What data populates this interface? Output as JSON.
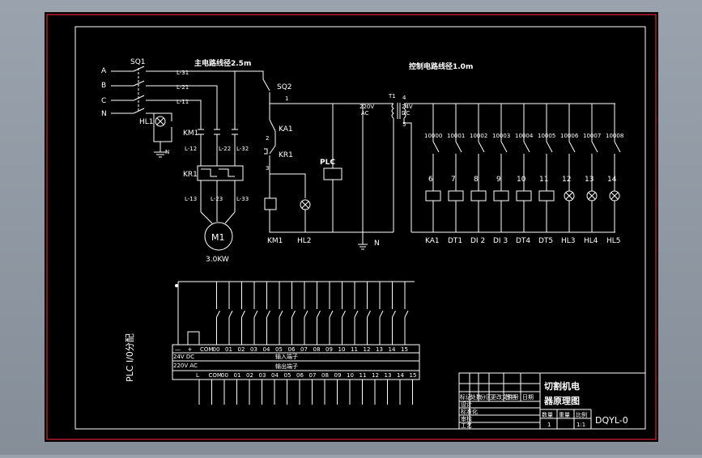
{
  "main_circuit": {
    "supply_labels": [
      "A",
      "B",
      "C",
      "N"
    ],
    "main_switch": "SQ1",
    "wire_note": "主电路线径2.5m",
    "phase_wires": [
      "L-31",
      "L-21",
      "L-11"
    ],
    "indicator": "HL1",
    "neutral": "N",
    "contactor": "KM1",
    "wires_after_contactor": [
      "L-12",
      "L-22",
      "L-32"
    ],
    "overload_relay": "KR1",
    "wires_after_relay": [
      "L-13",
      "L-23",
      "L-33"
    ],
    "motor": "M1",
    "motor_power": "3.0KW"
  },
  "control_circuit": {
    "wire_note": "控制电路线径1.0m",
    "stop_switch": "SQ2",
    "nodes": [
      "1",
      "2",
      "3"
    ],
    "contact_ka1": "KA1",
    "contact_kr1": "KR1",
    "plc_label": "PLC",
    "coil_label": "KM1",
    "lamp_label": "HL2",
    "neutral": "N",
    "transformer_label": "T1",
    "transformer_in": [
      "220V",
      "AC"
    ],
    "transformer_out": [
      "24V",
      "DC"
    ],
    "transformer_nodes": [
      "4",
      "5"
    ],
    "outputs": [
      {
        "addr": "10000",
        "num": "6",
        "label": "KA1",
        "load": "coil"
      },
      {
        "addr": "10001",
        "num": "7",
        "label": "DT1",
        "load": "coil"
      },
      {
        "addr": "10002",
        "num": "8",
        "label": "DI 2",
        "load": "coil"
      },
      {
        "addr": "10003",
        "num": "9",
        "label": "DI 3",
        "load": "coil"
      },
      {
        "addr": "10004",
        "num": "10",
        "label": "DT4",
        "load": "coil"
      },
      {
        "addr": "10005",
        "num": "11",
        "label": "DT5",
        "load": "coil"
      },
      {
        "addr": "10006",
        "num": "12",
        "label": "HL3",
        "load": "lamp"
      },
      {
        "addr": "10007",
        "num": "13",
        "label": "HL4",
        "load": "lamp"
      },
      {
        "addr": "10008",
        "num": "14",
        "label": "HL5",
        "load": "lamp"
      }
    ]
  },
  "plc_io": {
    "title": "PLC  I/0分配",
    "power_labels": [
      "24V DC",
      "220V AC"
    ],
    "terminal_row_top": [
      "—",
      "+",
      "COM",
      "00",
      "01",
      "02",
      "03",
      "04",
      "05",
      "06",
      "07",
      "08",
      "09",
      "10",
      "11",
      "12",
      "13",
      "14",
      "15"
    ],
    "input_bus_label": "输入端子",
    "output_bus_label": "输出端子",
    "terminal_row_bottom": [
      "L",
      "COM",
      "00",
      "01",
      "02",
      "03",
      "04",
      "05",
      "06",
      "07",
      "08",
      "09",
      "10",
      "11",
      "12",
      "13",
      "14",
      "15"
    ]
  },
  "title_block": {
    "title_line1": "切割机电",
    "title_line2": "器原理图",
    "drawing_number": "DQYL-0",
    "col_headers": [
      "数量",
      "重量",
      "比例"
    ],
    "col_values": [
      "1",
      "",
      "1:1"
    ],
    "header_row": [
      "标记",
      "处数",
      "分区",
      "更改文件号",
      "签名",
      "日期"
    ],
    "row_labels": [
      "设计",
      "标准化",
      "审核",
      "工艺",
      "批准"
    ]
  }
}
